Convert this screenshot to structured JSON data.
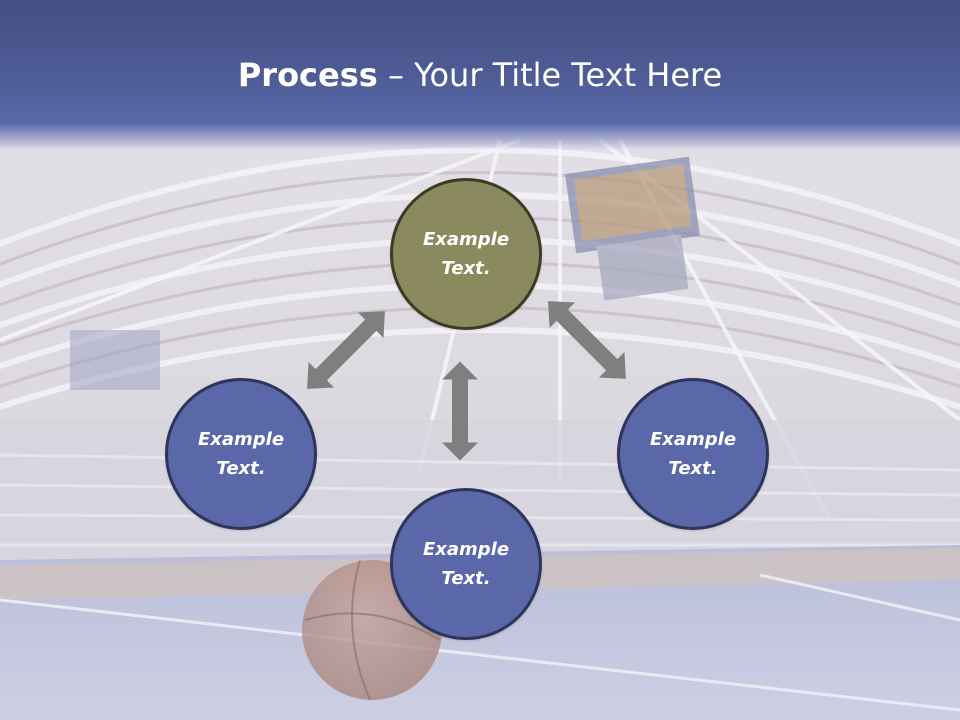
{
  "slide": {
    "title_strong": "Process",
    "title_rest": " – Your Title Text Here"
  },
  "diagram": {
    "nodes": [
      {
        "id": "top",
        "label": "Example\nText.",
        "color": "#8b8a5f"
      },
      {
        "id": "left",
        "label": "Example\nText.",
        "color": "#5a67a8"
      },
      {
        "id": "right",
        "label": "Example\nText.",
        "color": "#5a67a8"
      },
      {
        "id": "bottom",
        "label": "Example\nText.",
        "color": "#5a67a8"
      }
    ],
    "arrow_color": "#7f7f7f"
  }
}
